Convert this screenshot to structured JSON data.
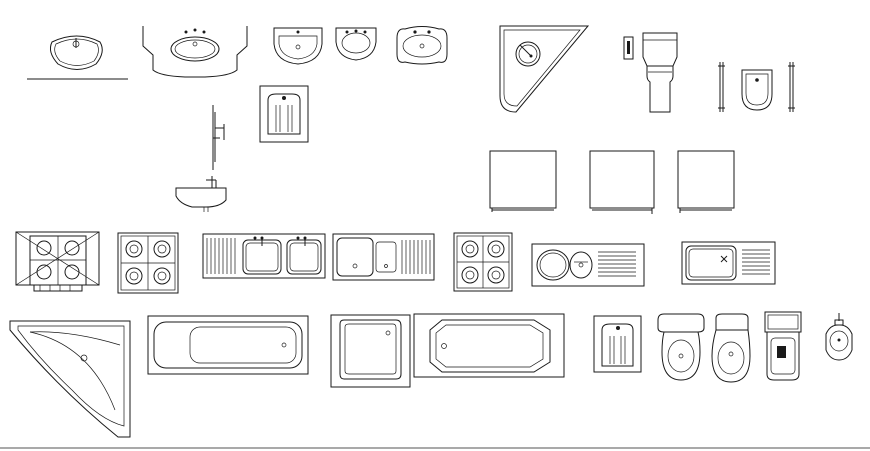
{
  "drawing": {
    "background": "#ffffff",
    "stroke": "#1a1a1a",
    "symbols": [
      "washbasin",
      "vanity-basin",
      "pedestal-basin",
      "oval-basin",
      "countertop-basin",
      "corner-basin",
      "close-coupled-toilet",
      "wall-urinal",
      "squat-toilet",
      "side-elevation-basin",
      "base-cabinet",
      "cooktop",
      "double-bowl-sink",
      "sink-with-drainboard",
      "corner-bathtub",
      "rectangular-bathtub",
      "shower-tray",
      "octagonal-bathtub",
      "toilet"
    ]
  }
}
